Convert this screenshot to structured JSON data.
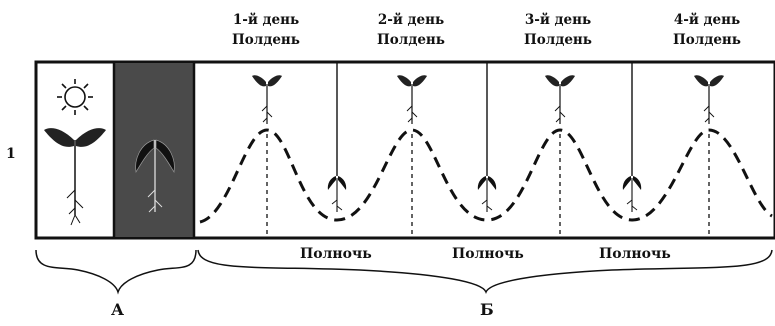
{
  "row_label": "1",
  "days": [
    {
      "day": "1-й день",
      "time": "Полдень"
    },
    {
      "day": "2-й день",
      "time": "Полдень"
    },
    {
      "day": "3-й день",
      "time": "Полдень"
    },
    {
      "day": "4-й день",
      "time": "Полдень"
    }
  ],
  "midnight_labels": [
    "Полночь",
    "Полночь",
    "Полночь"
  ],
  "section_labels": {
    "a": "А",
    "b": "Б"
  },
  "colors": {
    "night_panel": "#4a4a4a",
    "line": "#111111"
  }
}
